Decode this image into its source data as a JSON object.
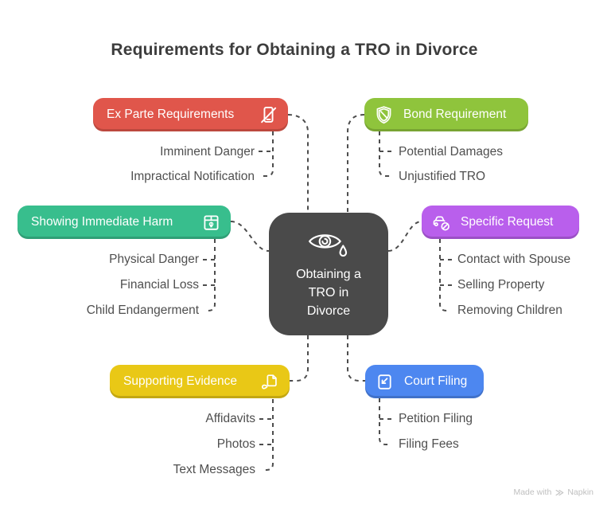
{
  "title": "Requirements for Obtaining a TRO in Divorce",
  "colors": {
    "connector": "#4d4d4d",
    "item_text": "#4f4f4f",
    "title_text": "#3d3d3d",
    "center_bg": "#4a4a4a"
  },
  "center": {
    "label": "Obtaining a TRO in Divorce",
    "icon": "crying-eye-icon"
  },
  "branches": [
    {
      "label": "Ex Parte Requirements",
      "icon": "phone-slash-icon",
      "color": "#e0564b",
      "side": "left",
      "items": [
        "Imminent Danger",
        "Impractical Notification"
      ]
    },
    {
      "label": "Bond Requirement",
      "icon": "shield-slash-icon",
      "color": "#8fc43c",
      "side": "right",
      "items": [
        "Potential Damages",
        "Unjustified TRO"
      ]
    },
    {
      "label": "Showing Immediate Harm",
      "icon": "hazard-box-icon",
      "color": "#38be8d",
      "side": "left",
      "items": [
        "Physical Danger",
        "Financial Loss",
        "Child Endangerment"
      ]
    },
    {
      "label": "Specific Request",
      "icon": "car-prohibited-icon",
      "color": "#b95fec",
      "side": "right",
      "items": [
        "Contact with Spouse",
        "Selling Property",
        "Removing Children"
      ]
    },
    {
      "label": "Supporting Evidence",
      "icon": "document-hand-icon",
      "color": "#e9c816",
      "side": "left",
      "items": [
        "Affidavits",
        "Photos",
        "Text Messages"
      ]
    },
    {
      "label": "Court Filing",
      "icon": "file-arrow-icon",
      "color": "#4d87f0",
      "side": "right",
      "items": [
        "Petition Filing",
        "Filing Fees"
      ]
    }
  ],
  "footer": {
    "made_with": "Made with",
    "brand": "Napkin"
  }
}
